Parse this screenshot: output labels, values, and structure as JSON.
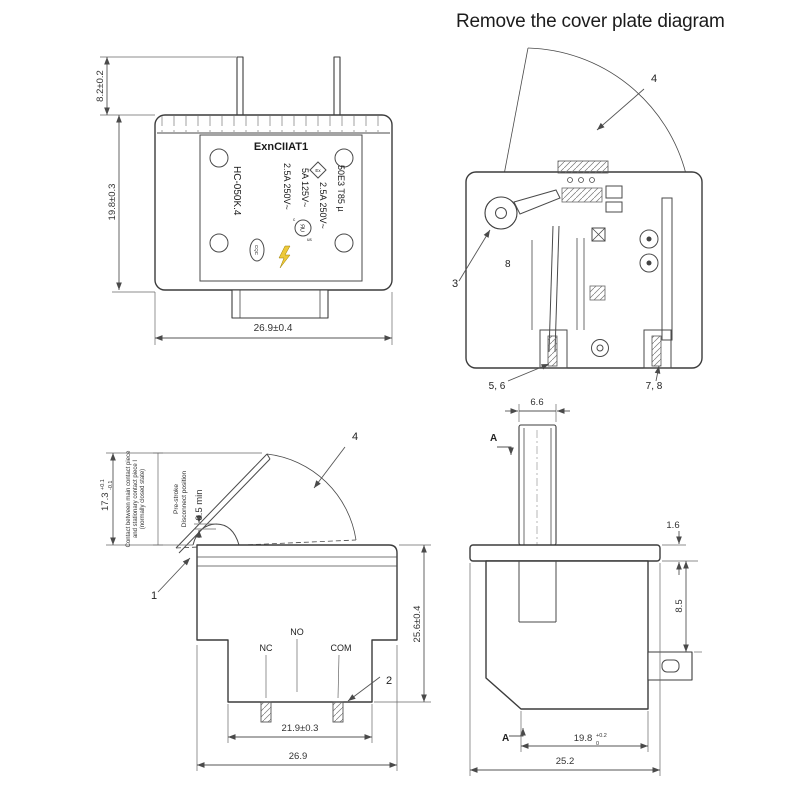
{
  "title": "Remove the cover plate diagram",
  "front": {
    "dim_pins": "8.2±0.2",
    "dim_height": "19.8±0.3",
    "dim_width": "26.9±0.4",
    "label_cert": "ExnCIIAT1",
    "label_rating1": "2.5A 250V~",
    "label_rating2": "5A 125V~",
    "label_rating3": "2.5A 250V~",
    "label_code": "50E3 T85 µ",
    "label_model": "HC-050K.4",
    "label_ul": "ЯU",
    "label_ul_c": "c",
    "label_ul_us": "us",
    "label_cqc": "CQC",
    "label_ex": "Ex"
  },
  "cover": {
    "callout_roller": "3",
    "callout_arc": "4",
    "callout_cavity": "8",
    "callout_left_pins": "5, 6",
    "callout_right_pins": "7, 8"
  },
  "side": {
    "dim_free_height": "17.3",
    "tol_plus": "+0.1",
    "tol_minus": "-0.1",
    "note_contact_l1": "Contact between main contact piece",
    "note_contact_l2": "and stationary contact piece I",
    "note_contact_l3": "(normally closed state)",
    "note_stroke_l1": "Pre-stroke",
    "note_stroke_l2": "Disconnect position",
    "dim_pretravel": "0.5 min",
    "callout_lever": "1",
    "callout_terminal": "2",
    "callout_arc": "4",
    "terminal_nc": "NC",
    "terminal_no": "NO",
    "terminal_com": "COM",
    "dim_inner_width": "21.9±0.3",
    "dim_outer_width": "26.9",
    "dim_height": "25.6±0.4"
  },
  "section": {
    "dim_plunger": "6.6",
    "marker_top": "A",
    "marker_bottom": "A",
    "dim_flange_thickness": "1.6",
    "dim_side_depth": "8.5",
    "dim_body_width": "19.8",
    "tol_plus": "+0.2",
    "tol_minus": "0",
    "dim_flange_width": "25.2"
  }
}
